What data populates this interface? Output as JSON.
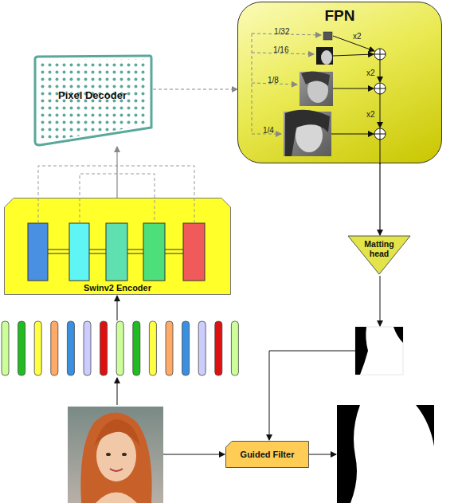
{
  "diagram": {
    "nodes": [
      {
        "text": [
          "FPN"
        ]
      },
      {
        "text": [
          "Pixel Decoder"
        ]
      },
      {
        "text": [
          "Swinv2 Encoder"
        ]
      },
      {
        "text": [
          "Matting head"
        ]
      },
      {
        "text": [
          "Guided Filter"
        ]
      }
    ],
    "edges": [
      {
        "from": 1,
        "to": 0,
        "arrow": "to"
      },
      {
        "from": 2,
        "to": 1,
        "arrow": "to"
      },
      {
        "from": 0,
        "to": 3,
        "arrow": "to"
      }
    ],
    "labels": [
      "1/32",
      "1/16",
      "1/8",
      "1/4",
      "x2",
      "x2",
      "x2"
    ]
  }
}
